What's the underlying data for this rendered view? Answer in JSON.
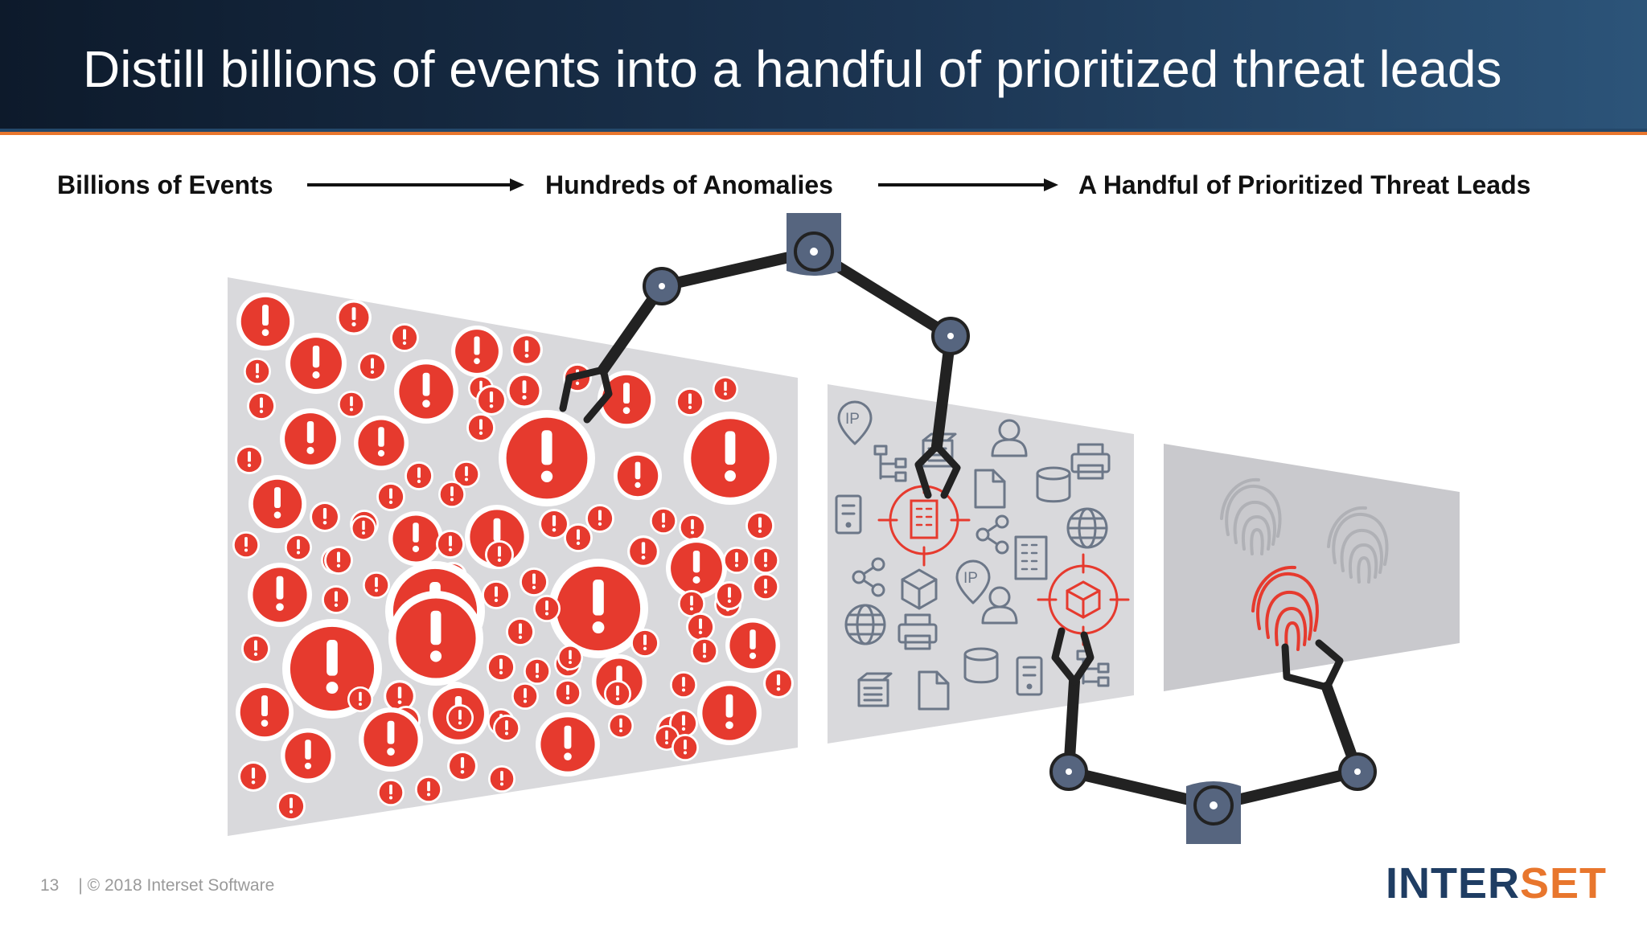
{
  "header": {
    "title": "Distill billions of events into a handful of prioritized threat leads"
  },
  "stages": [
    {
      "label": "Billions of Events"
    },
    {
      "label": "Hundreds of Anomalies"
    },
    {
      "label": "A Handful of Prioritized Threat Leads"
    }
  ],
  "panels": {
    "events": {
      "icon": "alert-circle-icon",
      "color": "#e63a2e"
    },
    "anomalies": {
      "icons": [
        "ip-location-icon",
        "network-tree-icon",
        "document-stack-icon",
        "user-icon",
        "printer-icon",
        "server-icon",
        "building-icon",
        "file-icon",
        "database-icon",
        "share-icon",
        "globe-icon",
        "cube-icon",
        "document-icon"
      ],
      "ip_label": "IP",
      "highlight_color": "#e63a2e"
    },
    "leads": {
      "icon": "fingerprint-icon",
      "highlight_color": "#e63a2e"
    }
  },
  "footer": {
    "page_number": "13",
    "copyright": "| © 2018 Interset Software"
  },
  "logo": {
    "part1": "INTER",
    "part2": "SET",
    "color1": "#1f3d63",
    "color2": "#e8762d"
  },
  "colors": {
    "arm": "#222222",
    "joint": "#56657f",
    "panel": "#d8d8db",
    "icon": "#6c7788"
  }
}
